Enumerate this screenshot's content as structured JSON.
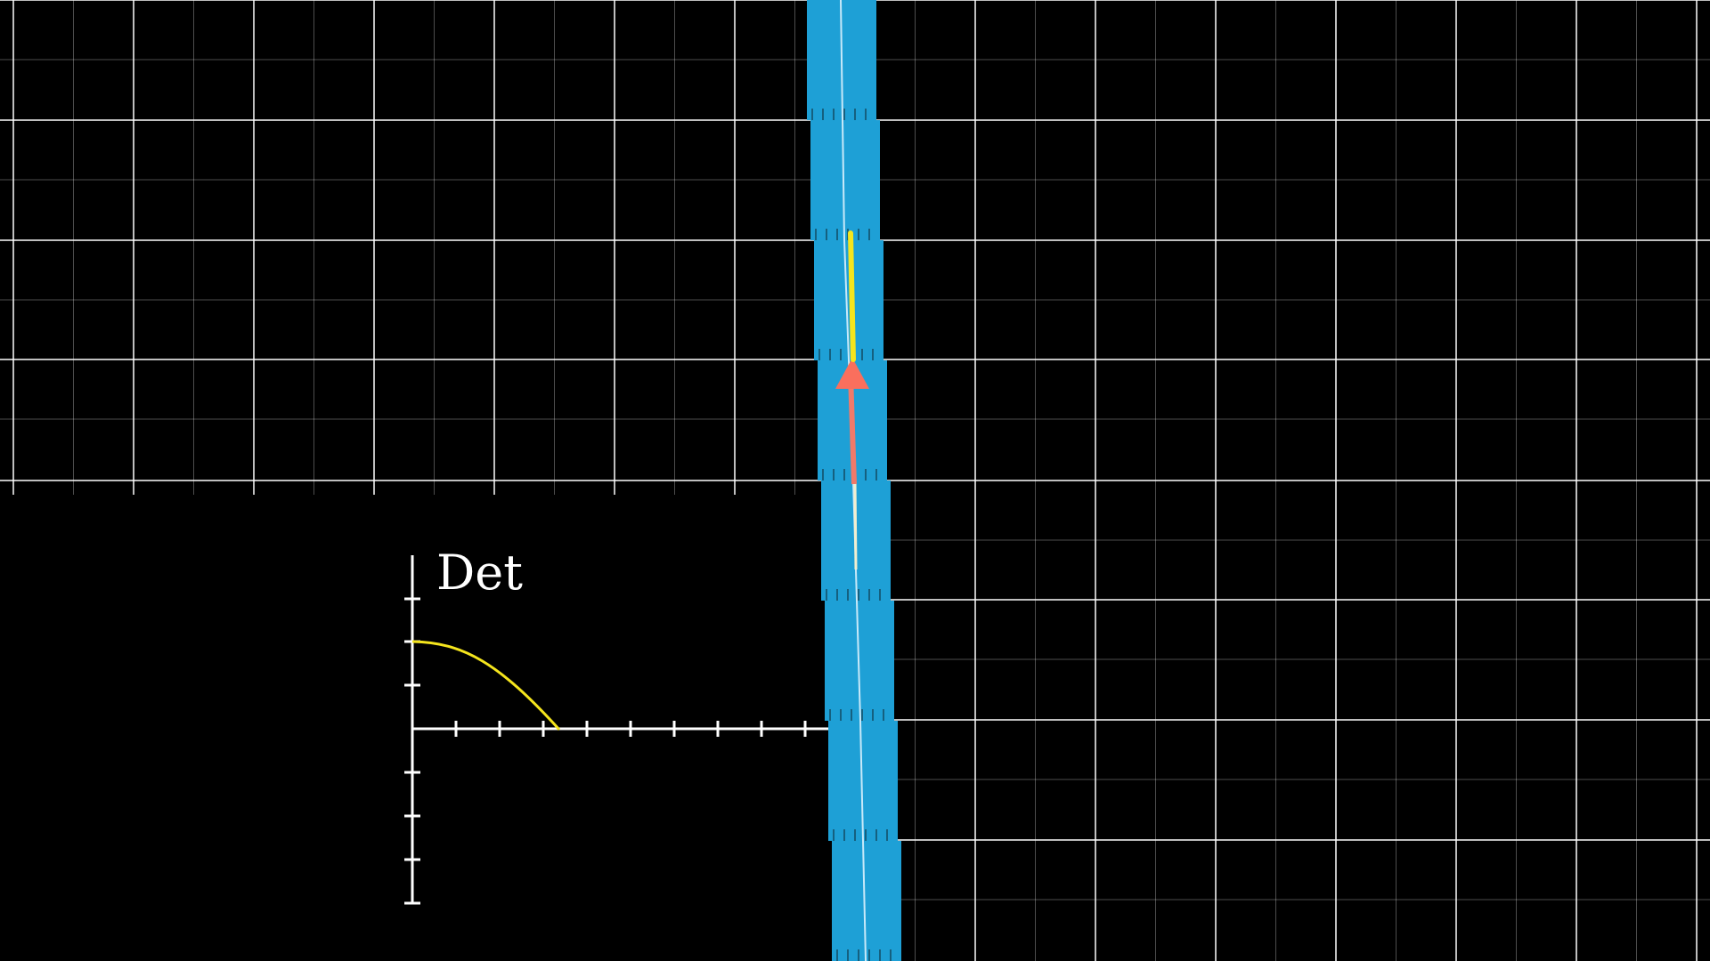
{
  "scene": {
    "background_color": "#000000",
    "grid_line_color": "#ffffff",
    "column_color": "#1ea0d6",
    "vector_color": "#f2efd0",
    "arrow_color": "#fa6f5d",
    "curve_color": "#f5e51d"
  },
  "det_graph": {
    "label": "Det",
    "axis_color": "#ffffff",
    "curve_color": "#f5e51d",
    "x_ticks": 9,
    "y_ticks_above": 2,
    "y_ticks_below": 4
  }
}
